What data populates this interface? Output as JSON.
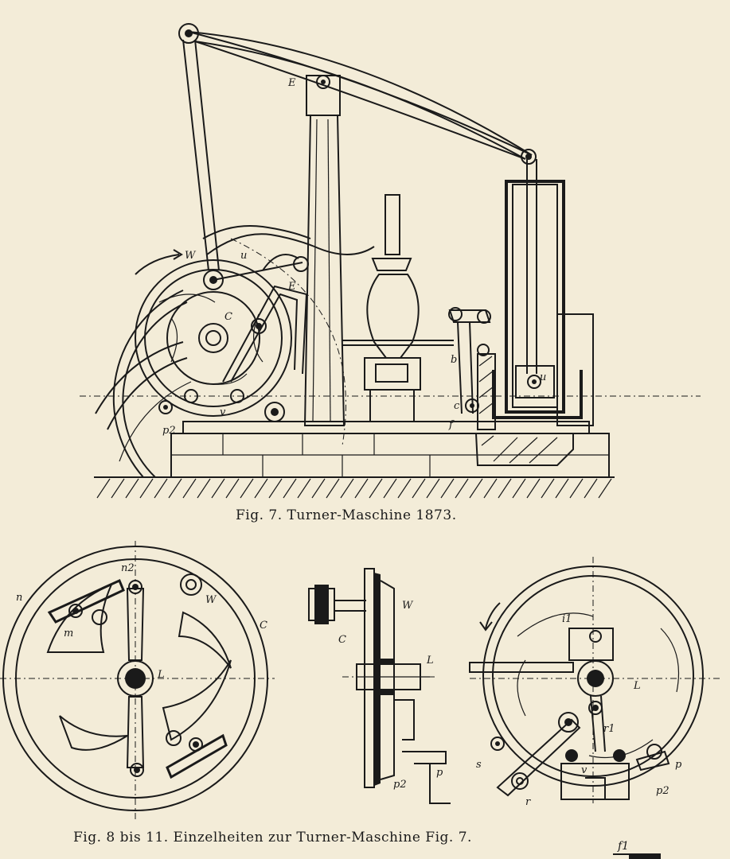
{
  "figure7": {
    "caption": "Fig. 7.  Turner-Maschine 1873.",
    "labels": [
      "E",
      "W",
      "u",
      "E",
      "C",
      "v",
      "p2",
      "b",
      "c",
      "f",
      "u"
    ]
  },
  "figure8_11": {
    "caption": "Fig. 8 bis 11.  Einzelheiten zur Turner-Maschine Fig. 7.",
    "wheel_labels": [
      "n2",
      "n",
      "m",
      "W",
      "C",
      "L"
    ],
    "section_labels": [
      "W",
      "C",
      "L",
      "p",
      "p2"
    ],
    "mechanism_labels": [
      "i1",
      "L",
      "r1",
      "s",
      "v",
      "r",
      "p",
      "p2"
    ]
  },
  "corner_mark": "f1"
}
